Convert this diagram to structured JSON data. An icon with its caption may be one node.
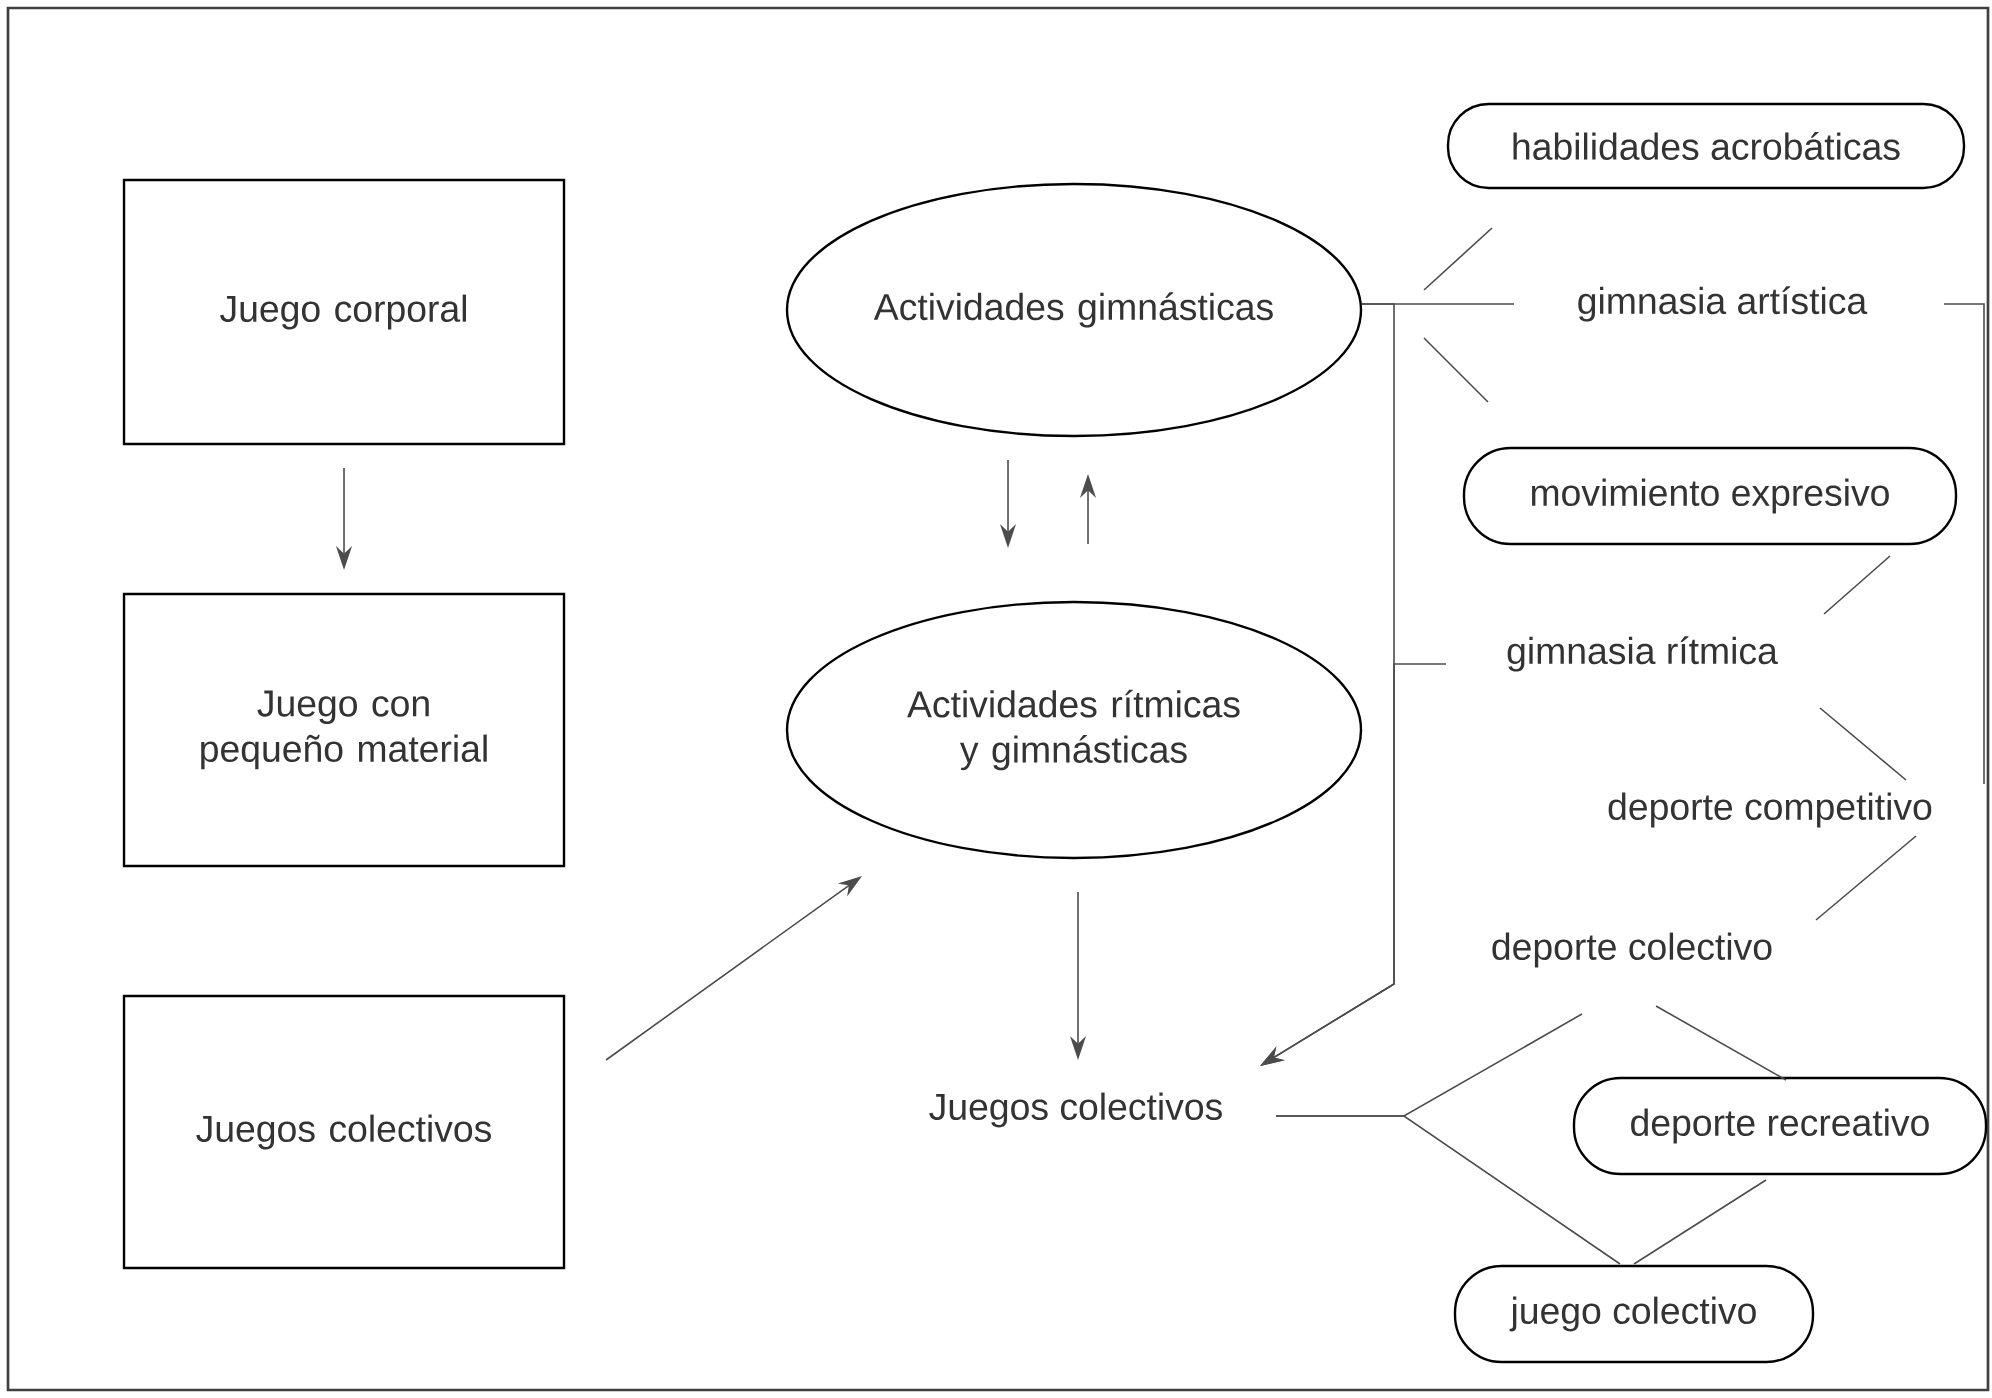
{
  "diagram": {
    "nodes": [
      {
        "text": [
          "Juego corporal"
        ]
      },
      {
        "text": [
          "Juego con pequeño material"
        ]
      },
      {
        "text": [
          "Juegos colectivos"
        ]
      },
      {
        "text": [
          "Actividades gimnásticas"
        ]
      },
      {
        "text": [
          "Actividades rítmicas y gimnásticas"
        ]
      },
      {
        "text": [
          "Juegos colectivos"
        ]
      },
      {
        "text": [
          "habilidades acrobáticas"
        ]
      },
      {
        "text": [
          "gimnasia artística"
        ]
      },
      {
        "text": [
          "movimiento expresivo"
        ]
      },
      {
        "text": [
          "gimnasia rítmica"
        ]
      },
      {
        "text": [
          "deporte competitivo"
        ]
      },
      {
        "text": [
          "deporte colectivo"
        ]
      },
      {
        "text": [
          "deporte recreativo"
        ]
      },
      {
        "text": [
          "juego colectivo"
        ]
      }
    ],
    "edges": [
      {
        "from": 0,
        "to": 1,
        "arrow": "to"
      },
      {
        "from": 3,
        "to": 4,
        "arrow": "to"
      },
      {
        "from": 4,
        "to": 3,
        "arrow": "to"
      },
      {
        "from": 2,
        "to": 4,
        "arrow": "to"
      },
      {
        "from": 4,
        "to": 5,
        "arrow": "to"
      },
      {
        "from": 3,
        "to": 7,
        "arrow": "none"
      },
      {
        "from": 3,
        "to": 5,
        "arrow": "to"
      },
      {
        "from": 9,
        "to": 5,
        "arrow": "to"
      },
      {
        "from": 3,
        "to": 6,
        "arrow": "none"
      },
      {
        "from": 3,
        "to": 8,
        "arrow": "none"
      },
      {
        "from": 8,
        "to": 9,
        "arrow": "none"
      },
      {
        "from": 9,
        "to": 10,
        "arrow": "none"
      },
      {
        "from": 7,
        "to": 10,
        "arrow": "none"
      },
      {
        "from": 10,
        "to": 11,
        "arrow": "none"
      },
      {
        "from": 5,
        "to": 11,
        "arrow": "none"
      },
      {
        "from": 5,
        "to": 13,
        "arrow": "none"
      },
      {
        "from": 11,
        "to": 12,
        "arrow": "none"
      },
      {
        "from": 12,
        "to": 13,
        "arrow": "none"
      }
    ]
  }
}
